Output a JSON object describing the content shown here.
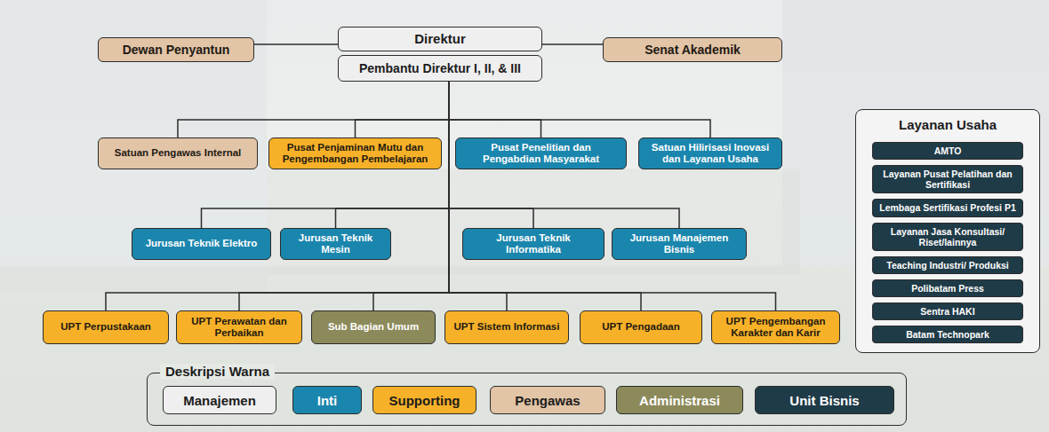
{
  "diagram": {
    "nodes": [
      {
        "text": [
          "Direktur"
        ]
      },
      {
        "text": [
          "Pembantu Direktur I, II, & III"
        ]
      },
      {
        "text": [
          "Dewan Penyantun"
        ]
      },
      {
        "text": [
          "Senat Akademik"
        ]
      },
      {
        "text": [
          "Satuan Pengawas Internal"
        ]
      },
      {
        "text": [
          "Pusat Penjaminan Mutu dan Pengembangan Pembelajaran"
        ]
      },
      {
        "text": [
          "Pusat Penelitian dan Pengabdian Masyarakat"
        ]
      },
      {
        "text": [
          "Satuan Hilirisasi Inovasi dan Layanan Usaha"
        ]
      },
      {
        "text": [
          "Jurusan Teknik Elektro"
        ]
      },
      {
        "text": [
          "Jurusan Teknik Mesin"
        ]
      },
      {
        "text": [
          "Jurusan Teknik Informatika"
        ]
      },
      {
        "text": [
          "Jurusan Manajemen Bisnis"
        ]
      },
      {
        "text": [
          "UPT Perpustakaan"
        ]
      },
      {
        "text": [
          "UPT Perawatan dan Perbaikan"
        ]
      },
      {
        "text": [
          "Sub Bagian Umum"
        ]
      },
      {
        "text": [
          "UPT Sistem Informasi"
        ]
      },
      {
        "text": [
          "UPT Pengadaan"
        ]
      },
      {
        "text": [
          "UPT Pengembangan Karakter dan Karir"
        ]
      },
      {
        "text": [
          "Layanan Usaha"
        ]
      },
      {
        "text": [
          "AMTO"
        ],
        "in": 18
      },
      {
        "text": [
          "Layanan Pusat Pelatihan dan Sertifikasi"
        ],
        "in": 18
      },
      {
        "text": [
          "Lembaga Sertifikasi Profesi P1"
        ],
        "in": 18
      },
      {
        "text": [
          "Layanan Jasa Konsultasi/ Riset/lainnya"
        ],
        "in": 18
      },
      {
        "text": [
          "Teaching Industri/ Produksi"
        ],
        "in": 18
      },
      {
        "text": [
          "Polibatam Press"
        ],
        "in": 18
      },
      {
        "text": [
          "Sentra HAKI"
        ],
        "in": 18
      },
      {
        "text": [
          "Batam Technopark"
        ],
        "in": 18
      }
    ],
    "edges": [
      {
        "from": 0,
        "to": 2,
        "arrow": "none"
      },
      {
        "from": 0,
        "to": 3,
        "arrow": "none"
      },
      {
        "from": 1,
        "to": 4,
        "arrow": "none"
      },
      {
        "from": 1,
        "to": 5,
        "arrow": "none"
      },
      {
        "from": 1,
        "to": 6,
        "arrow": "none"
      },
      {
        "from": 1,
        "to": 7,
        "arrow": "none"
      },
      {
        "from": 1,
        "to": 8,
        "arrow": "none"
      },
      {
        "from": 1,
        "to": 9,
        "arrow": "none"
      },
      {
        "from": 1,
        "to": 10,
        "arrow": "none"
      },
      {
        "from": 1,
        "to": 11,
        "arrow": "none"
      },
      {
        "from": 1,
        "to": 12,
        "arrow": "none"
      },
      {
        "from": 1,
        "to": 13,
        "arrow": "none"
      },
      {
        "from": 1,
        "to": 14,
        "arrow": "none"
      },
      {
        "from": 1,
        "to": 15,
        "arrow": "none"
      },
      {
        "from": 1,
        "to": 16,
        "arrow": "none"
      },
      {
        "from": 1,
        "to": 17,
        "arrow": "none"
      }
    ],
    "labels": [
      "Deskripsi Warna"
    ],
    "legend": [
      {
        "text": "Manajemen",
        "color": "#efefef"
      },
      {
        "text": "Inti",
        "color": "#1b86ad"
      },
      {
        "text": "Supporting",
        "color": "#f7b128"
      },
      {
        "text": "Pengawas",
        "color": "#e2c4a6"
      },
      {
        "text": "Administrasi",
        "color": "#8c8a5a"
      },
      {
        "text": "Unit Bisnis",
        "color": "#1f3b47"
      }
    ]
  }
}
